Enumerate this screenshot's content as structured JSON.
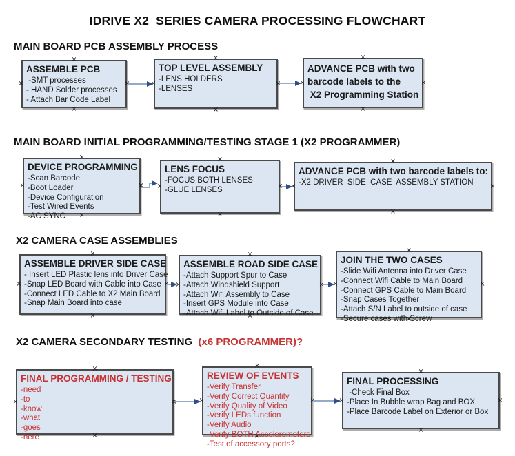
{
  "title": "IDRIVE X2  SERIES CAMERA PROCESSING FLOWCHART",
  "handle_glyph": "×",
  "colors": {
    "box_fill": "#dce6f2",
    "box_border": "#4a4a4a",
    "arrow_line": "#94aacb",
    "arrow_head": "#2e4e87",
    "red_text": "#c63333"
  },
  "sections": [
    {
      "heading": "MAIN BOARD PCB ASSEMBLY PROCESS",
      "boxes": [
        {
          "title": "ASSEMBLE PCB",
          "items": [
            " -SMT processes",
            "- HAND Solder processes",
            "- Attach Bar Code Label"
          ]
        },
        {
          "title": "TOP LEVEL ASSEMBLY",
          "items": [
            "-LENS HOLDERS",
            "-LENSES"
          ]
        },
        {
          "title_lines": [
            "ADVANCE PCB with two",
            "barcode labels to the",
            " X2 Programming Station"
          ]
        }
      ]
    },
    {
      "heading": "MAIN BOARD INITIAL PROGRAMMING/TESTING STAGE 1 (X2 PROGRAMMER)",
      "boxes": [
        {
          "title": "DEVICE PROGRAMMING",
          "items": [
            "-Scan Barcode",
            "-Boot Loader",
            "-Device Configuration",
            "-Test Wired Events",
            "-AC SYNC"
          ]
        },
        {
          "title": "LENS FOCUS",
          "items": [
            "-FOCUS BOTH LENSES",
            "-GLUE LENSES"
          ]
        },
        {
          "title": "ADVANCE PCB with two barcode labels to:",
          "items": [
            "-X2 DRIVER  SIDE  CASE  ASSEMBLY STATION"
          ]
        }
      ]
    },
    {
      "heading": "X2 CAMERA CASE ASSEMBLIES",
      "boxes": [
        {
          "title": "ASSEMBLE DRIVER SIDE CASE",
          "items": [
            "- Insert LED Plastic lens into Driver Case",
            "-Snap LED Board with Cable into Case",
            "-Connect LED Cable to X2 Main Board",
            "-Snap Main Board into case"
          ]
        },
        {
          "title": "ASSEMBLE ROAD SIDE CASE",
          "items": [
            "-Attach Support Spur to Case",
            "-Attach Windshield Support",
            "-Attach Wifi Assembly to Case",
            "-Insert GPS Module into Case",
            "-Attach Wifi Label to Outside of Case"
          ]
        },
        {
          "title": "JOIN THE TWO CASES",
          "items": [
            "-Slide Wifi Antenna into Driver Case",
            "-Connect Wifi Cable to Main Board",
            "-Connect GPS Cable to Main Board",
            "-Snap Cases Together",
            "-Attach S/N Label to outside of case",
            "-Secure cases with Screw"
          ]
        }
      ]
    },
    {
      "heading": "X2 CAMERA SECONDARY TESTING",
      "heading_red": "  (x6 PROGRAMMER)?",
      "boxes": [
        {
          "title": "FINAL PROGRAMMING / TESTING",
          "items": [
            "-need",
            "-to",
            "-know",
            "-what",
            "-goes",
            "-here"
          ]
        },
        {
          "title": "REVIEW OF EVENTS",
          "items": [
            "-Verify Transfer",
            "-Verify Correct Quantity",
            "-Verify Quality of Video",
            "-Verify LEDs function",
            "-Verify Audio",
            "-Verify BOTH Accelerometers",
            "-Test of accessory ports?"
          ]
        },
        {
          "title": "FINAL PROCESSING",
          "items": [
            " -Check Final Box",
            "-Place In Bubble wrap Bag and BOX",
            "-Place Barcode Label on Exterior or Box"
          ]
        }
      ]
    }
  ]
}
